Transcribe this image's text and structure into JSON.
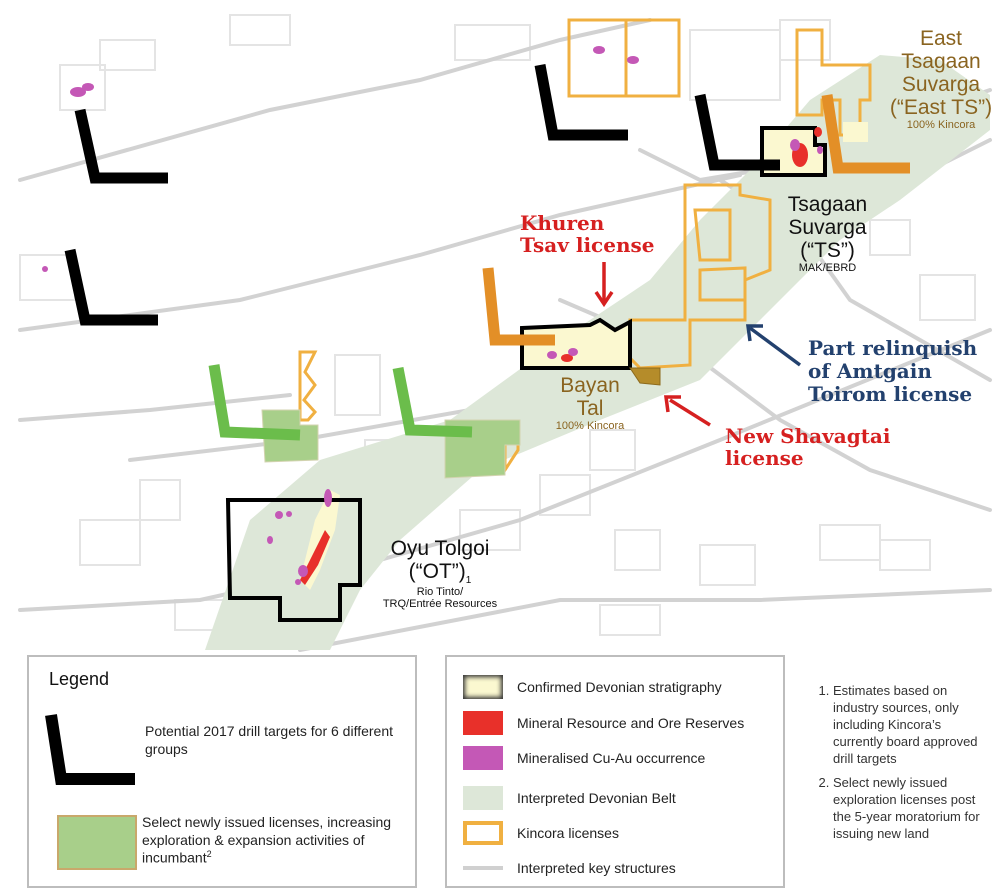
{
  "colors": {
    "belt": "#dde7d8",
    "devonian": "#fbf8d0",
    "resource": "#e8302a",
    "mineralised": "#c458b6",
    "kincora": "#f0b041",
    "kincora_dark": "#e38f27",
    "newlicense_fill": "#a8cf8a",
    "newlicense_border": "#6bbd4b",
    "structure": "#d0d0d0",
    "drill_target": "#000000",
    "shavagtai": "#b58c2a"
  },
  "deposits": {
    "east_ts": {
      "name_lines": [
        "East",
        "Tsagaan",
        "Suvarga",
        "(“East TS”)"
      ],
      "owner": "100% Kincora"
    },
    "ts": {
      "name_lines": [
        "Tsagaan",
        "Suvarga",
        "(“TS”)"
      ],
      "owner": "MAK/EBRD"
    },
    "bayan_tal": {
      "name_lines": [
        "Bayan",
        "Tal"
      ],
      "owner": "100% Kincora"
    },
    "ot": {
      "name_lines": [
        "Oyu Tolgoi",
        "(“OT”)"
      ],
      "footnote_mark": "1",
      "owner_lines": [
        "Rio Tinto/",
        "TRQ/Entrée Resources"
      ]
    }
  },
  "callouts": {
    "khuren_tsav": [
      "Khuren",
      "Tsav license"
    ],
    "amtgain": [
      "Part relinquish",
      "of Amtgain",
      "Toirom license"
    ],
    "shavagtai": [
      "New Shavagtai",
      "license"
    ]
  },
  "legend": {
    "title": "Legend",
    "drill_targets": "Potential 2017 drill targets for 6 different groups",
    "new_licenses": "Select newly issued licenses, increasing exploration & expansion activities of incumbant",
    "new_licenses_sup": "2"
  },
  "key": [
    {
      "label": "Confirmed Devonian stratigraphy",
      "swatch": "devonian"
    },
    {
      "label": "Mineral Resource and Ore Reserves",
      "swatch": "resource"
    },
    {
      "label": "Mineralised Cu-Au occurrence",
      "swatch": "mineralised"
    },
    {
      "label": "Interpreted Devonian Belt",
      "swatch": "belt"
    },
    {
      "label": "Kincora licenses",
      "swatch": "kincora"
    },
    {
      "label": "Interpreted key structures",
      "swatch": "structure"
    }
  ],
  "notes": [
    "Estimates based on industry sources, only including Kincora’s currently board approved drill targets",
    "Select newly issued exploration licenses post the 5-year moratorium for issuing new land"
  ]
}
